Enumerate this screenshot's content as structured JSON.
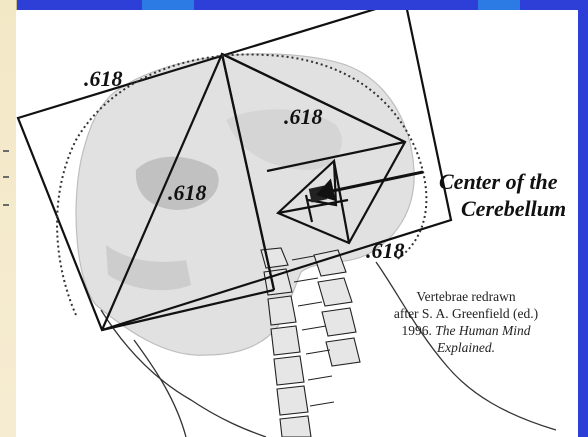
{
  "figure": {
    "ratio_label": ".618",
    "callout_line1": "Center of the",
    "callout_line2": "Cerebellum",
    "credit_line1": "Vertebrae redrawn",
    "credit_line2": "after S. A. Greenfield (ed.)",
    "credit_line3_prefix": "1996.",
    "credit_book_title_part1": "The Human Mind",
    "credit_book_title_part2": "Explained."
  },
  "colors": {
    "frame": "#2e3fd8",
    "accent_tab": "#2c7be5",
    "side_strip": "#f3e8c6",
    "ink": "#111111",
    "skull": "#9a9a9a"
  }
}
